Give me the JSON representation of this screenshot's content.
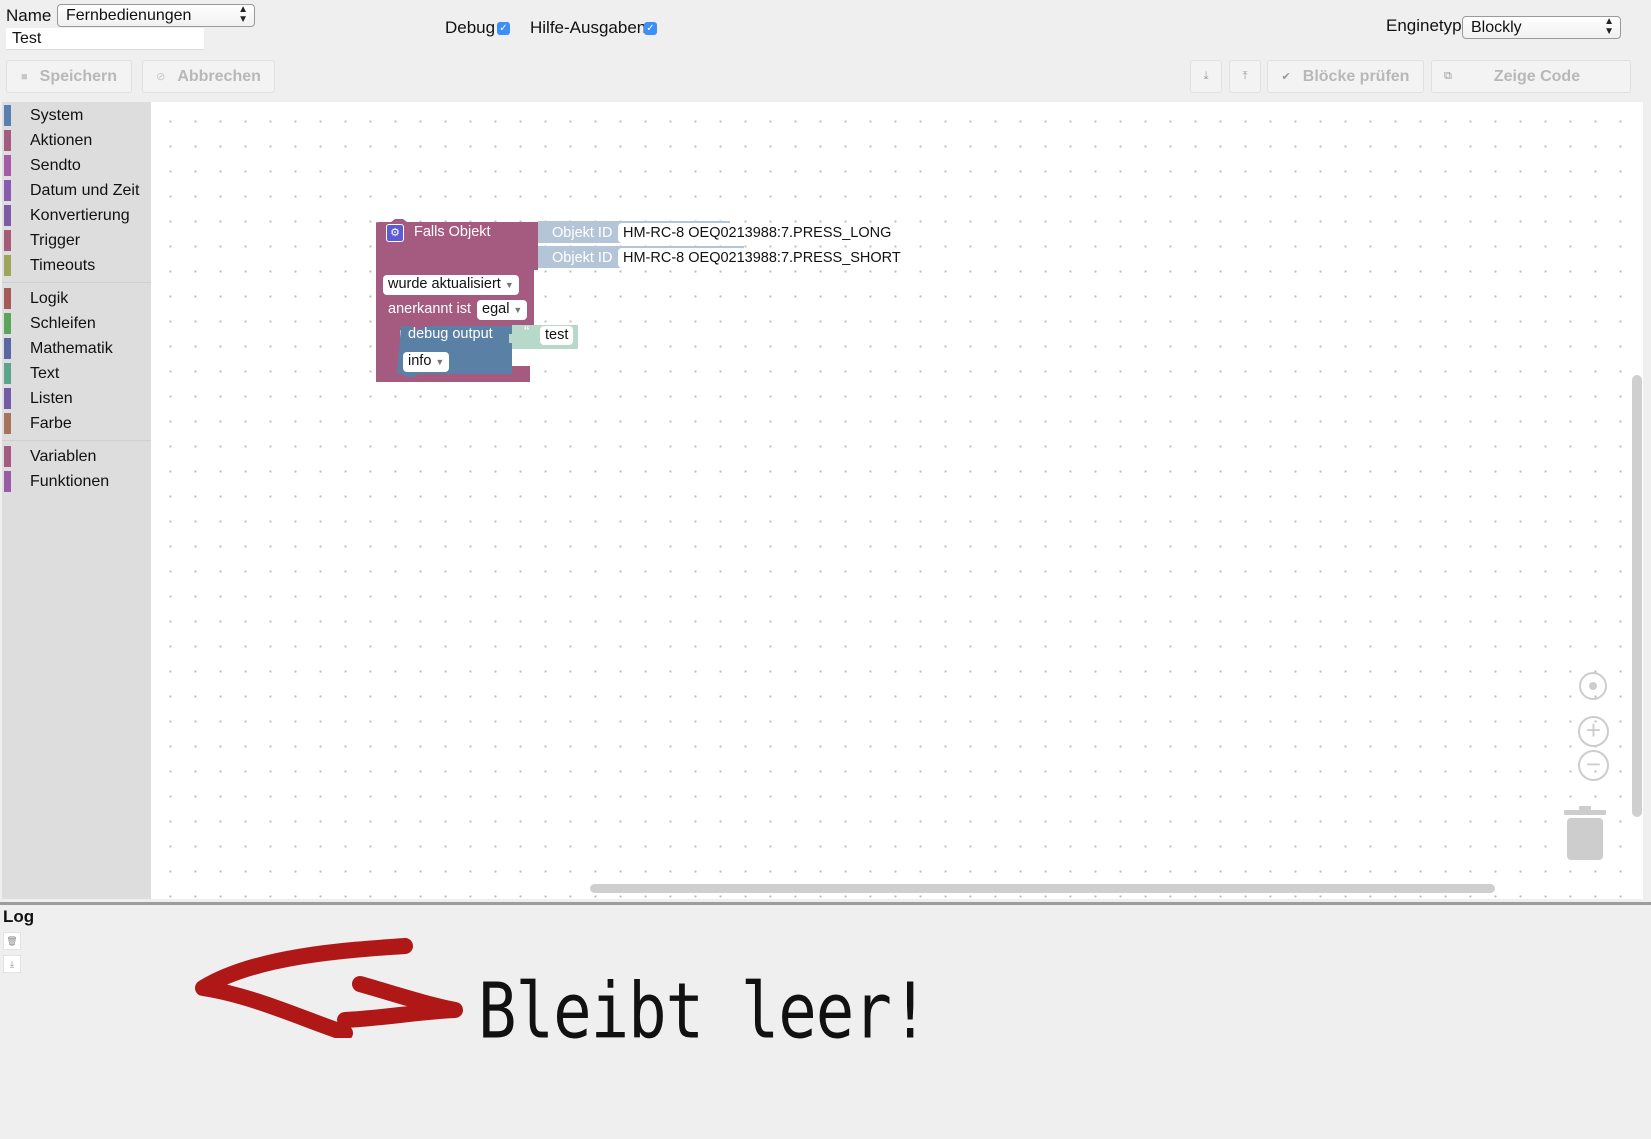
{
  "header": {
    "name_label": "Name",
    "name_select": "Fernbedienungen",
    "script_name": "Test",
    "debug_label": "Debug",
    "help_label": "Hilfe-Ausgaben",
    "engine_label": "Enginetyp",
    "engine_select": "Blockly"
  },
  "toolbar": {
    "save": "Speichern",
    "cancel": "Abbrechen",
    "check": "Blöcke prüfen",
    "show_code": "Zeige Code"
  },
  "toolbox": {
    "groups": [
      [
        {
          "label": "System",
          "color": "#5a7fb2"
        },
        {
          "label": "Aktionen",
          "color": "#a55a80"
        },
        {
          "label": "Sendto",
          "color": "#a45aa5"
        },
        {
          "label": "Datum und Zeit",
          "color": "#8a5ab2"
        },
        {
          "label": "Konvertierung",
          "color": "#7c5aa8"
        },
        {
          "label": "Trigger",
          "color": "#a55a75"
        },
        {
          "label": "Timeouts",
          "color": "#9ea55a"
        }
      ],
      [
        {
          "label": "Logik",
          "color": "#a55a5a"
        },
        {
          "label": "Schleifen",
          "color": "#5ba55b"
        },
        {
          "label": "Mathematik",
          "color": "#5b67a5"
        },
        {
          "label": "Text",
          "color": "#5ba58c"
        },
        {
          "label": "Listen",
          "color": "#745ba5"
        },
        {
          "label": "Farbe",
          "color": "#a5745b"
        }
      ],
      [
        {
          "label": "Variablen",
          "color": "#a55b80"
        },
        {
          "label": "Funktionen",
          "color": "#995ba5"
        }
      ]
    ]
  },
  "blocks": {
    "trigger_title": "Falls Objekt",
    "object_id_label": "Objekt ID",
    "object_ids": [
      "HM-RC-8 OEQ0213988:7.PRESS_LONG",
      "HM-RC-8 OEQ0213988:7.PRESS_SHORT"
    ],
    "condition": "wurde aktualisiert",
    "ack_label": "anerkannt ist",
    "ack_value": "egal",
    "debug_title": "debug output",
    "debug_level": "info",
    "string_value": "test"
  },
  "log": {
    "title": "Log",
    "annotation": "Bleibt leer!"
  },
  "colors": {
    "trigger_block": "#a55b80",
    "object_block": "#b5c5d8",
    "debug_block": "#5b80a5",
    "text_block": "#b7d9c9",
    "annotation_arrow": "#b01818"
  },
  "icons": [
    "save-icon",
    "cancel-icon",
    "export-icon",
    "import-icon",
    "check-icon",
    "code-icon",
    "gear-icon",
    "center-icon",
    "zoom-in-icon",
    "zoom-out-icon",
    "trash-icon",
    "log-clear-icon",
    "log-download-icon"
  ]
}
